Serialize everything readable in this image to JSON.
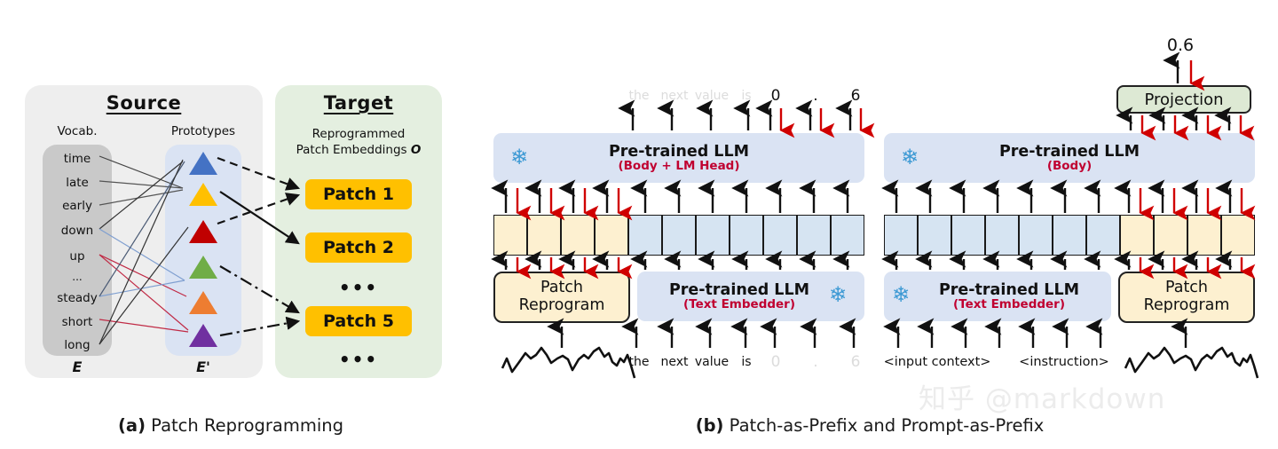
{
  "figure": {
    "captions": {
      "a_tag": "(a)",
      "a_text": " Patch Reprogramming",
      "b_tag": "(b)",
      "b_text": " Patch-as-Prefix and Prompt-as-Prefix"
    },
    "watermark": "知乎 @markdown"
  },
  "panel_a": {
    "source": {
      "title": "Source",
      "vocab_label": "Vocab.",
      "prototypes_label": "Prototypes",
      "vocab_items": [
        "time",
        "late",
        "early",
        "down",
        "up",
        "...",
        "steady",
        "short",
        "long"
      ],
      "vocab_symbol": "E",
      "prototype_symbol": "E'",
      "prototype_colors": [
        "#4472C4",
        "#FFC000",
        "#C00000",
        "#70AD47",
        "#ED7D31",
        "#7030A0"
      ]
    },
    "target": {
      "title": "Target",
      "subtitle_line1": "Reprogrammed",
      "subtitle_line2": "Patch Embeddings",
      "subtitle_symbol": "O",
      "patches": [
        "Patch 1",
        "Patch 2",
        "Patch 5"
      ],
      "ellipsis": "•••",
      "patch_color": "#FFC000"
    }
  },
  "panel_b": {
    "patch_as_prefix": {
      "output_tokens": [
        {
          "text": "the",
          "faded": true
        },
        {
          "text": "next",
          "faded": true
        },
        {
          "text": "value",
          "faded": true
        },
        {
          "text": "is",
          "faded": true
        },
        {
          "text": "0",
          "faded": false
        },
        {
          "text": ".",
          "faded": false
        },
        {
          "text": "6",
          "faded": false
        }
      ],
      "llm_top": {
        "title": "Pre-trained LLM",
        "sub": "(Body + LM Head)"
      },
      "token_row": [
        "yellow",
        "yellow",
        "yellow",
        "yellow",
        "blue",
        "blue",
        "blue",
        "blue",
        "blue",
        "blue",
        "blue"
      ],
      "reprogram_box": {
        "line1": "Patch",
        "line2": "Reprogram"
      },
      "llm_bottom": {
        "title": "Pre-trained LLM",
        "sub": "(Text Embedder)"
      },
      "input_tokens": [
        {
          "text": "the",
          "faded": false
        },
        {
          "text": "next",
          "faded": false
        },
        {
          "text": "value",
          "faded": false
        },
        {
          "text": "is",
          "faded": false
        },
        {
          "text": "0",
          "faded": true
        },
        {
          "text": ".",
          "faded": true
        },
        {
          "text": "6",
          "faded": true
        }
      ]
    },
    "prompt_as_prefix": {
      "output_value": "0.6",
      "projection_label": "Projection",
      "llm_top": {
        "title": "Pre-trained LLM",
        "sub": "(Body)"
      },
      "token_row": [
        "blue",
        "blue",
        "blue",
        "blue",
        "blue",
        "blue",
        "blue",
        "yellow",
        "yellow",
        "yellow",
        "yellow"
      ],
      "llm_bottom": {
        "title": "Pre-trained LLM",
        "sub": "(Text Embedder)"
      },
      "reprogram_box": {
        "line1": "Patch",
        "line2": "Reprogram"
      },
      "input_tokens": [
        "<input context>",
        "<instruction>"
      ]
    },
    "colors": {
      "llm_fill": "#dae3f3",
      "patch_fill": "#fdf0d0",
      "projection_fill": "#dde9d4",
      "grad_arrow": "#d00000",
      "snowflake": "#3d9ad4"
    }
  }
}
